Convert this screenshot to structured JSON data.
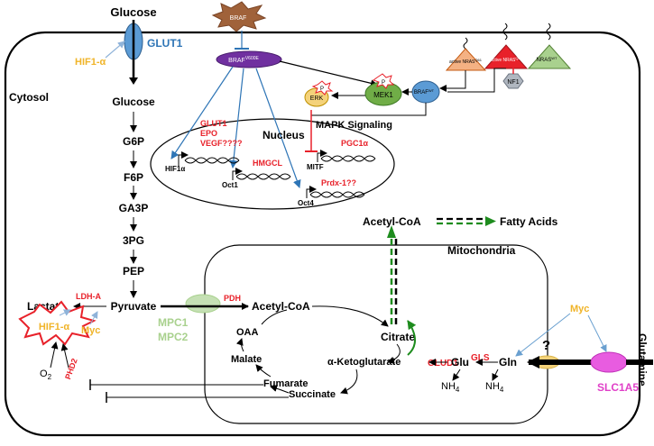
{
  "labels": {
    "glucose_top": "Glucose",
    "glut1": "GLUT1",
    "hif1a_top": "HIF1-α",
    "cytosol": "Cytosol",
    "braf_top": "BRAF",
    "braf_v600e": "BRAF",
    "braf_v600e_sup": "V600E",
    "nras_active": "active NRAS",
    "nras_active_sup": "Q61",
    "nras_red": "active NRAS",
    "nras_red_sup": "Q61",
    "nras_wt": "NRAS",
    "nras_wt_sup": "WT",
    "nf1": "NF1",
    "erk": "ERK",
    "mek1": "MEK1",
    "p_erk": "P",
    "p_mek": "P",
    "braf_wt": "BRAF",
    "braf_wt_sup": "WT",
    "mapk_signaling": "MAPK Signaling",
    "nucleus": "Nucleus",
    "target_glut1": "GLUT1",
    "target_epo": "EPO",
    "target_vegf": "VEGF????",
    "hif1a_nucleus": "HIF1α",
    "oct1": "Oct1",
    "hmgcl": "HMGCL",
    "mitf": "MITF",
    "pgc1a": "PGC1α",
    "oct4": "Oct4",
    "prdx1": "Prdx-1??",
    "glucose_cyto": "Glucose",
    "g6p": "G6P",
    "f6p": "F6P",
    "ga3p": "GA3P",
    "pg3": "3PG",
    "pep": "PEP",
    "pyruvate": "Pyruvate",
    "lactate": "Lactate",
    "ldha": "LDH-A",
    "hif1a_burst": "HIF1-α",
    "myc_left": "Myc",
    "o2": "O",
    "o2_sub": "2",
    "phd2": "PHD2",
    "pdh": "PDH",
    "mpc1": "MPC1",
    "mpc2": "MPC2",
    "acetylcoa_mito": "Acetyl-CoA",
    "acetylcoa_cyto": "Acetyl-CoA",
    "fatty_acids": "Fatty Acids",
    "mitochondria": "Mitochondria",
    "citrate": "Citrate",
    "oaa": "OAA",
    "malate": "Malate",
    "fumarate": "Fumarate",
    "succinate": "Succinate",
    "akg": "α-Ketoglutarate",
    "glud1": "GLUD1",
    "glu": "Glu",
    "gls": "GLS",
    "gln": "Gln",
    "nh4_a": "NH",
    "nh4_a_sub": "4",
    "nh4_b": "NH",
    "nh4_b_sub": "4",
    "myc_right": "Myc",
    "question": "?",
    "glutamine": "Glutamine",
    "slc1a5": "SLC1A5"
  },
  "colors": {
    "red_label": "#e8212a",
    "blue": "#2e75b6",
    "glut1_text": "#2e75b6",
    "myc": "#f0b429",
    "mpc_text": "#a9d18e",
    "slc1a5": "#e040c8",
    "green_arrow": "#1e8c1e",
    "braf_purple": "#7030a0"
  }
}
